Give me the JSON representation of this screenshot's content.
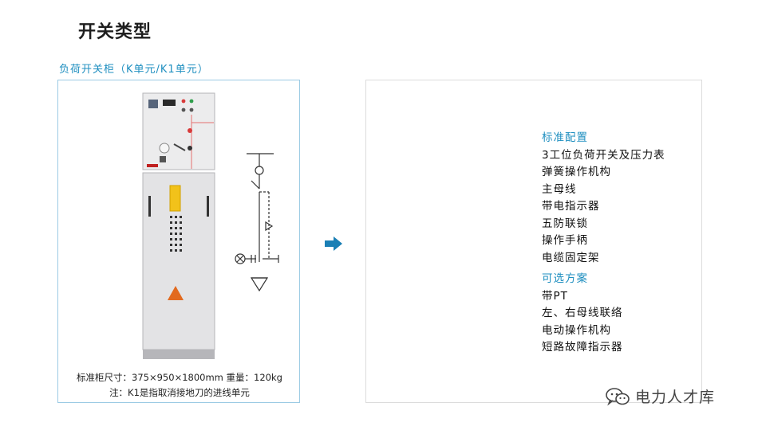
{
  "page": {
    "title": "开关类型"
  },
  "left": {
    "caption": "负荷开关柜（K单元/K1单元）",
    "dimensions": "标准柜尺寸：375×950×1800mm  重量：120kg",
    "note": "注：K1是指取消接地刀的进线单元"
  },
  "right": {
    "standard": {
      "heading": "标准配置",
      "items": [
        "3工位负荷开关及压力表",
        "弹簧操作机构",
        "主母线",
        "带电指示器",
        "五防联锁",
        "操作手柄",
        "电缆固定架"
      ]
    },
    "optional": {
      "heading": "可选方案",
      "items": [
        "带PT",
        "左、右母线联络",
        "电动操作机构",
        "短路故障指示器"
      ]
    }
  },
  "watermark": {
    "text": "电力人才库",
    "icon": "wechat-icon"
  },
  "colors": {
    "accent": "#1f8fc0",
    "arrow": "#1a7fb5",
    "panel_border": "#9ccbe4"
  }
}
